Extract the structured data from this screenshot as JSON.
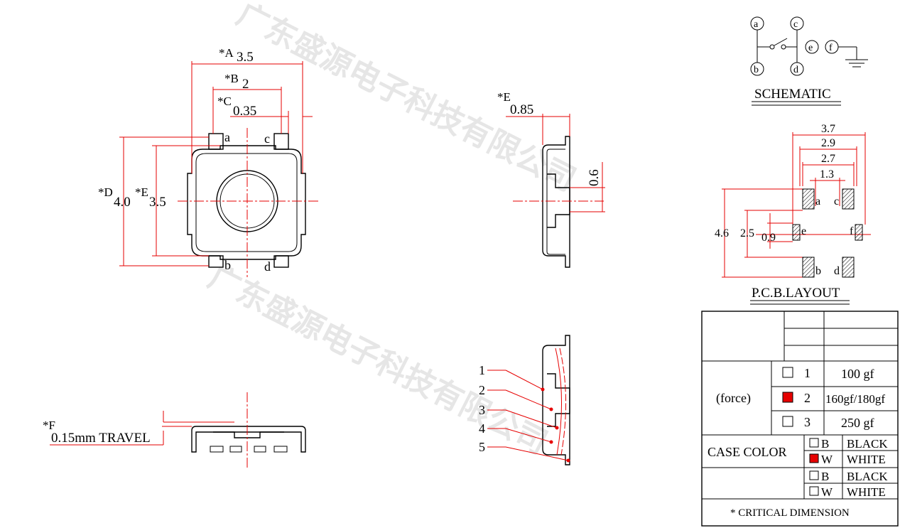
{
  "watermark": {
    "text": "广东盛源电子科技有限公司"
  },
  "top_view": {
    "a_label": "*A",
    "a_value": "3.5",
    "b_label": "*B",
    "b_value": "2",
    "c_label": "*C",
    "c_value": "0.35",
    "d_label": "*D",
    "d_value": "4.0",
    "e_label": "*E",
    "e_value": "3.5",
    "pins": [
      "a",
      "c",
      "b",
      "d"
    ]
  },
  "side_view": {
    "e_label": "*E",
    "e_value": "0.85",
    "height_value": "0.6"
  },
  "travel_view": {
    "f_label": "*F",
    "f_value": "0.15mm TRAVEL"
  },
  "section_view": {
    "callouts": [
      "1",
      "2",
      "3",
      "4",
      "5"
    ]
  },
  "schematic": {
    "title": "SCHEMATIC",
    "nodes": [
      "a",
      "c",
      "b",
      "d",
      "e",
      "f"
    ]
  },
  "pcb_layout": {
    "title": "P.C.B.LAYOUT",
    "widths": [
      "3.7",
      "2.9",
      "2.7",
      "1.3"
    ],
    "heights": [
      "4.6",
      "2.5",
      "0.9"
    ],
    "pads": [
      "a",
      "c",
      "e",
      "f",
      "b",
      "d"
    ]
  },
  "spec_table": {
    "force_label": "(force)",
    "force_options": [
      {
        "num": "1",
        "value": "100 gf",
        "checked": false
      },
      {
        "num": "2",
        "value": "160gf/180gf",
        "checked": true
      },
      {
        "num": "3",
        "value": "250 gf",
        "checked": false
      }
    ],
    "case_color_label": "CASE COLOR",
    "case_options": [
      {
        "code": "B",
        "name": "BLACK",
        "checked": false
      },
      {
        "code": "W",
        "name": "WHITE",
        "checked": true
      }
    ],
    "extra_options": [
      {
        "code": "B",
        "name": "BLACK",
        "checked": false
      },
      {
        "code": "W",
        "name": "WHITE",
        "checked": false
      }
    ],
    "footer": "* CRITICAL  DIMENSION"
  },
  "colors": {
    "dimension": "#e60000",
    "outline": "#000000",
    "check_fill": "#e60000"
  }
}
